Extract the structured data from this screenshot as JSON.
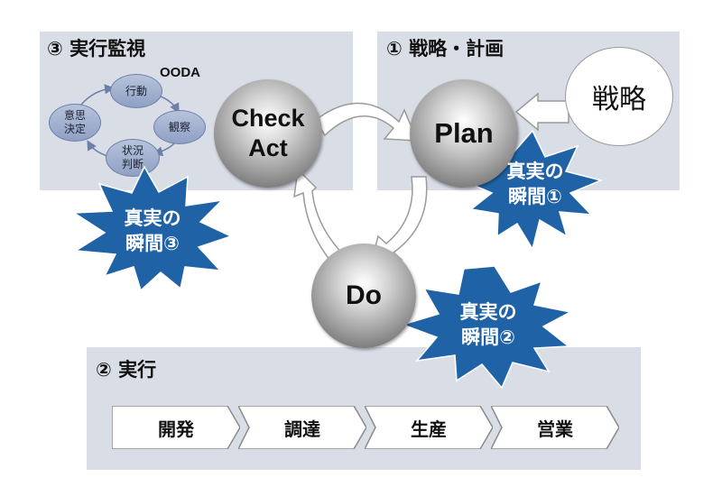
{
  "panels": {
    "monitor": {
      "title": "③ 実行監視"
    },
    "strategy": {
      "title": "① 戦略・計画"
    },
    "execute": {
      "title": "② 実行"
    }
  },
  "ooda": {
    "label": "OODA",
    "nodes": {
      "act": "行動",
      "observe": "観察",
      "judge": "状況\n判断",
      "decide": "意思\n決定"
    }
  },
  "cycle": {
    "check": "Check\nAct",
    "plan": "Plan",
    "do": "Do"
  },
  "strategy_circle": "戦略",
  "moments": {
    "m1": "真実の\n瞬間①",
    "m2": "真実の\n瞬間②",
    "m3": "真実の\n瞬間③"
  },
  "steps": [
    "開発",
    "調達",
    "生産",
    "営業"
  ],
  "colors": {
    "panel": "#d9dde6",
    "burst": "#1f63a6",
    "ooda": "#8fa0c5"
  }
}
